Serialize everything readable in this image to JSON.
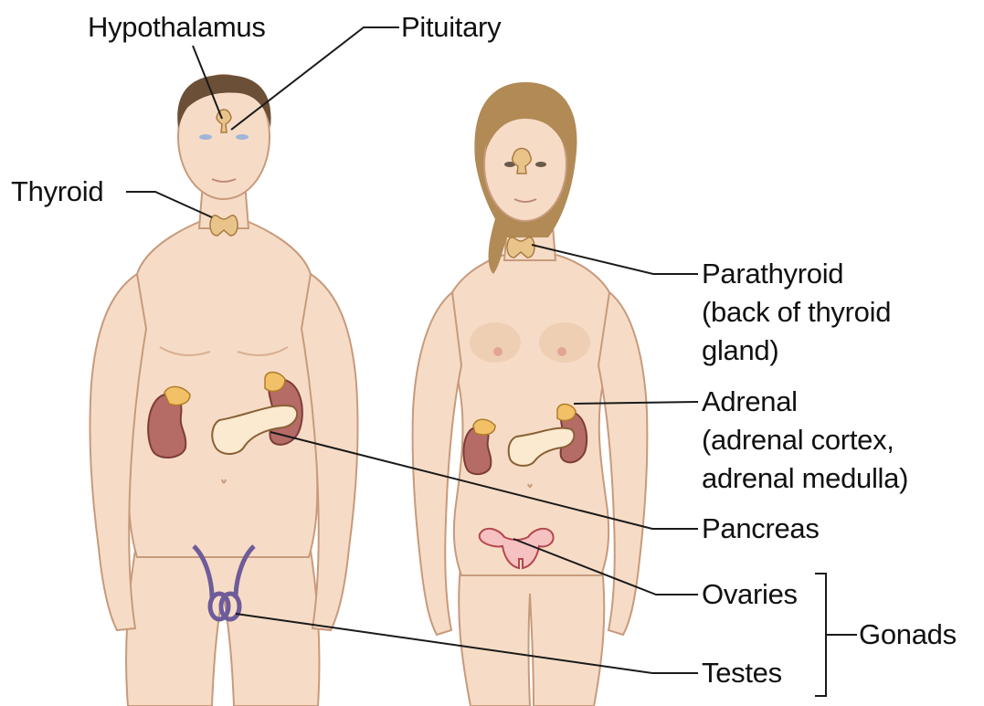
{
  "labels": {
    "hypothalamus": "Hypothalamus",
    "pituitary": "Pituitary",
    "thyroid": "Thyroid",
    "parathyroid_line1": "Parathyroid",
    "parathyroid_line2": "(back of thyroid",
    "parathyroid_line3": "gland)",
    "adrenal_line1": "Adrenal",
    "adrenal_line2": "(adrenal cortex,",
    "adrenal_line3": "adrenal medulla)",
    "pancreas": "Pancreas",
    "ovaries": "Ovaries",
    "testes": "Testes",
    "gonads": "Gonads"
  }
}
